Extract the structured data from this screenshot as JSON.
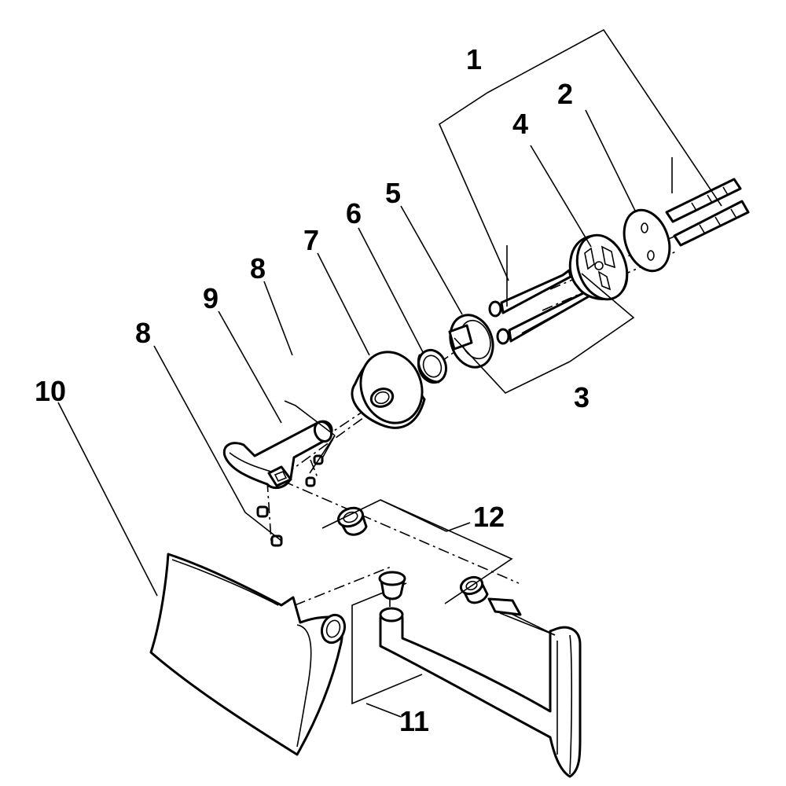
{
  "callouts": [
    {
      "id": "1",
      "text": "1"
    },
    {
      "id": "2",
      "text": "2"
    },
    {
      "id": "3",
      "text": "3"
    },
    {
      "id": "4",
      "text": "4"
    },
    {
      "id": "5",
      "text": "5"
    },
    {
      "id": "6",
      "text": "6"
    },
    {
      "id": "7",
      "text": "7"
    },
    {
      "id": "8a",
      "text": "8"
    },
    {
      "id": "8b",
      "text": "8"
    },
    {
      "id": "9",
      "text": "9"
    },
    {
      "id": "10",
      "text": "10"
    },
    {
      "id": "11",
      "text": "11"
    },
    {
      "id": "12",
      "text": "12"
    }
  ],
  "colors": {
    "line": "#000000",
    "background": "#ffffff"
  }
}
